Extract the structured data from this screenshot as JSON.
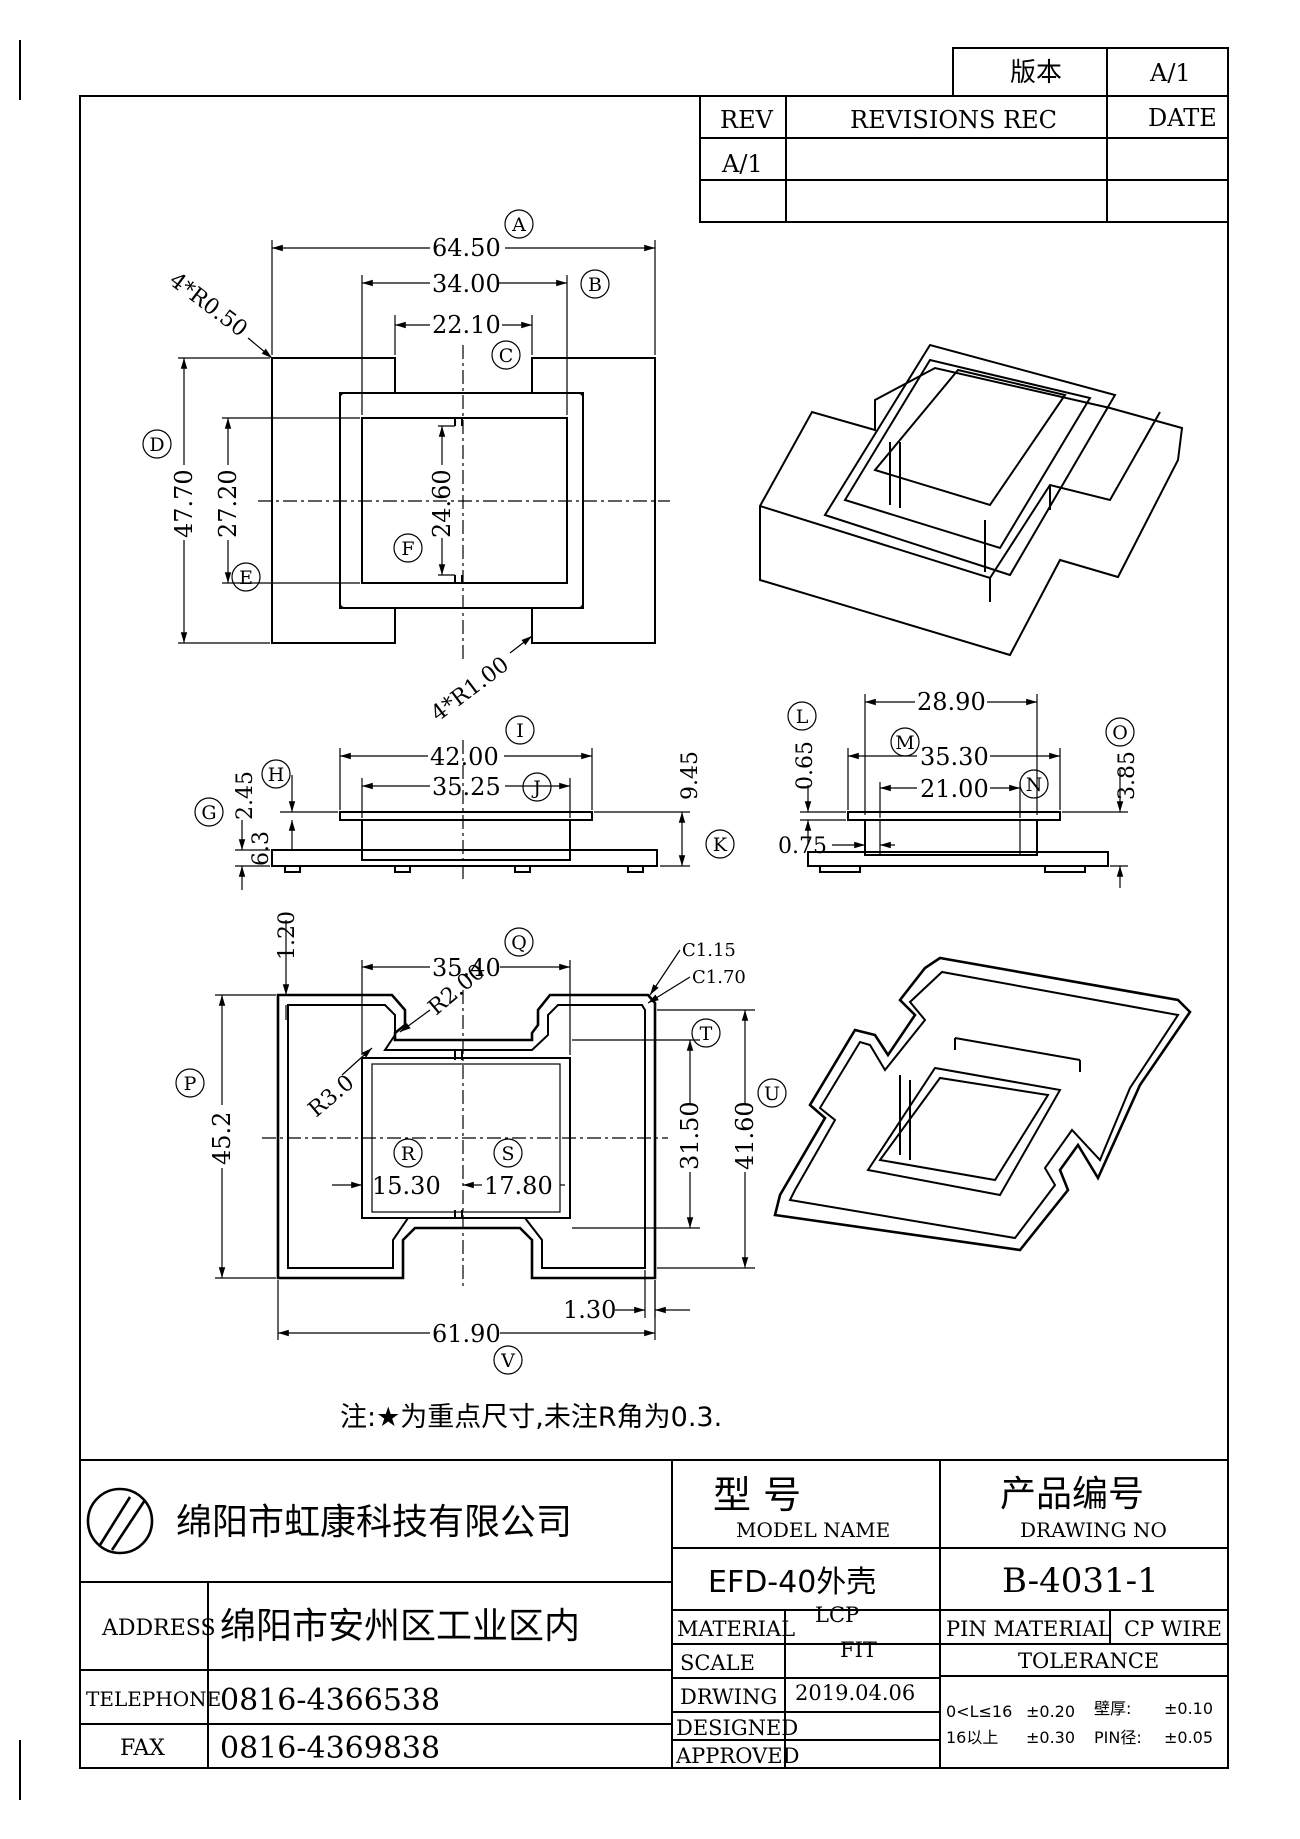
{
  "header": {
    "version_label": "版本",
    "version_value": "A/1",
    "rev_label": "REV",
    "revisions_label": "REVISIONS REC",
    "date_label": "DATE",
    "rev_value": "A/1"
  },
  "top_view": {
    "dim_a": "64.50",
    "dim_b": "34.00",
    "dim_c": "22.10",
    "dim_d": "47.70",
    "dim_e": "27.20",
    "dim_f": "24.60",
    "radius_outer": "4*R0.50",
    "radius_inner": "4*R1.00",
    "callouts": [
      "A",
      "B",
      "C",
      "D",
      "E",
      "F"
    ]
  },
  "front_view": {
    "dim_i": "42.00",
    "dim_j": "35.25",
    "dim_h": "2.45",
    "dim_g": "6.3",
    "dim_k": "9.45",
    "callouts": [
      "I",
      "J",
      "H",
      "G",
      "K"
    ]
  },
  "side_view": {
    "dim_top": "28.90",
    "dim_m": "35.30",
    "dim_n": "21.00",
    "dim_l": "0.65",
    "dim_o": "3.85",
    "dim_bottom": "0.75",
    "callouts": [
      "L",
      "M",
      "N",
      "O"
    ]
  },
  "bottom_view": {
    "dim_q": "35.40",
    "dim_c115": "C1.15",
    "dim_c170": "C1.70",
    "dim_r200": "R2.00",
    "dim_r30": "R3.0",
    "dim_120": "1.20",
    "dim_p": "45.2",
    "dim_t": "31.50",
    "dim_u": "41.60",
    "dim_r": "15.30",
    "dim_s": "17.80",
    "dim_130": "1.30",
    "dim_v": "61.90",
    "callouts": [
      "Q",
      "P",
      "T",
      "U",
      "R",
      "S",
      "V"
    ]
  },
  "note": "注:★为重点尺寸,未注R角为0.3.",
  "title_block": {
    "company": "绵阳市虹康科技有限公司",
    "address_label": "ADDRESS",
    "address": "绵阳市安州区工业区内",
    "telephone_label": "TELEPHONE",
    "telephone": "0816-4366538",
    "fax_label": "FAX",
    "fax": "0816-4369838",
    "model_cn": "型    号",
    "model_en": "MODEL NAME",
    "model_value": "EFD-40外壳",
    "drawing_cn": "产品编号",
    "drawing_en": "DRAWING NO",
    "drawing_value": "B-4031-1",
    "material_label": "MATERIAL",
    "material_value": "LCP",
    "scale_label": "SCALE",
    "scale_value": "FIT",
    "drwing_label": "DRWING",
    "drwing_value": "2019.04.06",
    "designed_label": "DESIGNED",
    "approved_label": "APPROVED",
    "pin_material_label": "PIN MATERIAL",
    "pin_material_value": "CP WIRE",
    "tolerance_label": "TOLERANCE",
    "tol_row1_range": "0<L≤16",
    "tol_row1_value": "±0.20",
    "tol_row1_wall": "壁厚:",
    "tol_row1_wall_value": "±0.10",
    "tol_row2_range": "16以上",
    "tol_row2_value": "±0.30",
    "tol_row2_pin": "PIN径:",
    "tol_row2_pin_value": "±0.05"
  }
}
